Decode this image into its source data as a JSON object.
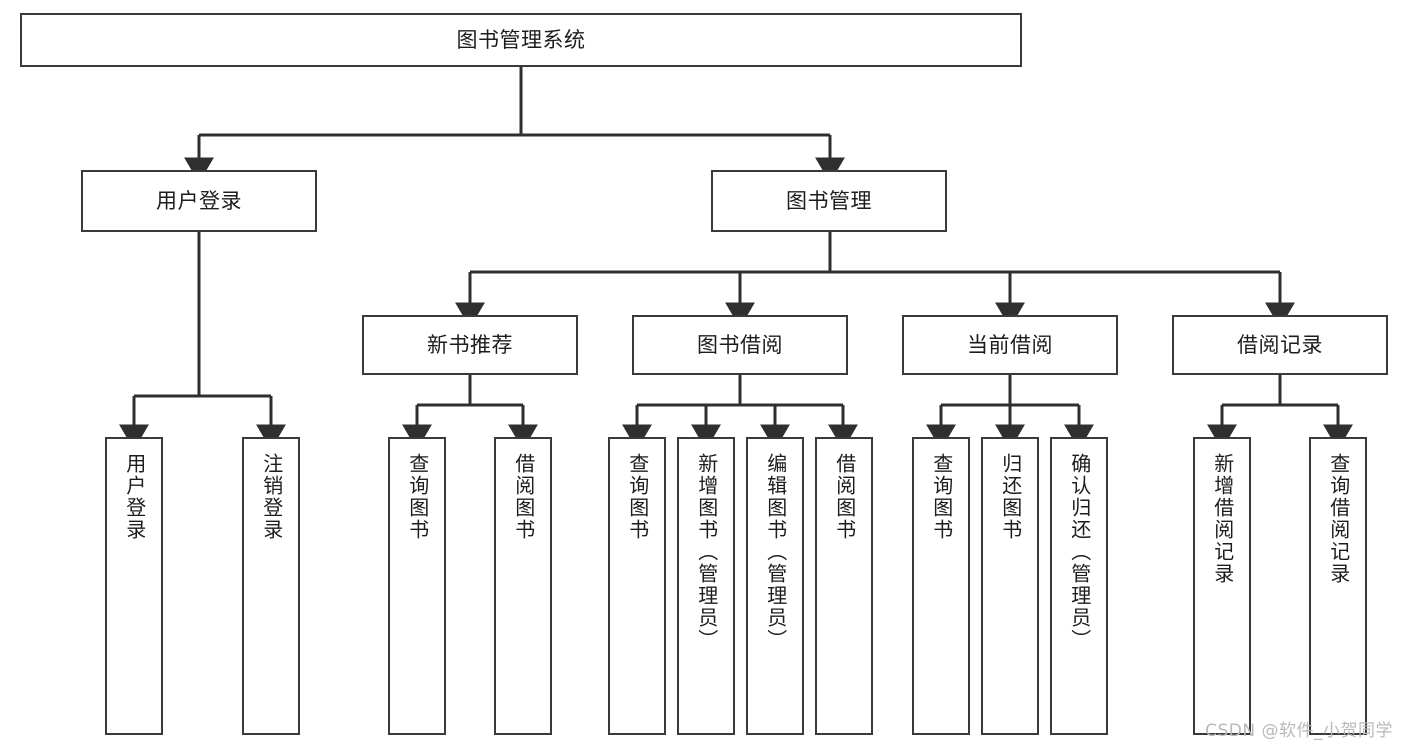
{
  "diagram": {
    "title": "图书管理系统",
    "type": "tree-hierarchy",
    "root": {
      "id": "root",
      "label": "图书管理系统"
    },
    "level1": [
      {
        "id": "user-login",
        "label": "用户登录"
      },
      {
        "id": "book-manage",
        "label": "图书管理"
      }
    ],
    "level2": [
      {
        "id": "new-book-recommend",
        "label": "新书推荐",
        "parent": "book-manage"
      },
      {
        "id": "book-borrow",
        "label": "图书借阅",
        "parent": "book-manage"
      },
      {
        "id": "current-borrow",
        "label": "当前借阅",
        "parent": "book-manage"
      },
      {
        "id": "borrow-record",
        "label": "借阅记录",
        "parent": "book-manage"
      }
    ],
    "leaves": [
      {
        "id": "leaf-user-login",
        "label": "用户登录",
        "parent": "user-login"
      },
      {
        "id": "leaf-logout-login",
        "label": "注销登录",
        "parent": "user-login"
      },
      {
        "id": "leaf-query-book-1",
        "label": "查询图书",
        "parent": "new-book-recommend"
      },
      {
        "id": "leaf-borrow-book-1",
        "label": "借阅图书",
        "parent": "new-book-recommend"
      },
      {
        "id": "leaf-query-book-2",
        "label": "查询图书",
        "parent": "book-borrow"
      },
      {
        "id": "leaf-add-book",
        "label": "新增图书（管理员）",
        "parent": "book-borrow"
      },
      {
        "id": "leaf-edit-book",
        "label": "编辑图书（管理员）",
        "parent": "book-borrow"
      },
      {
        "id": "leaf-borrow-book-2",
        "label": "借阅图书",
        "parent": "book-borrow"
      },
      {
        "id": "leaf-query-book-3",
        "label": "查询图书",
        "parent": "current-borrow"
      },
      {
        "id": "leaf-return-book",
        "label": "归还图书",
        "parent": "current-borrow"
      },
      {
        "id": "leaf-confirm-return",
        "label": "确认归还（管理员）",
        "parent": "current-borrow"
      },
      {
        "id": "leaf-add-record",
        "label": "新增借阅记录",
        "parent": "borrow-record"
      },
      {
        "id": "leaf-query-record",
        "label": "查询借阅记录",
        "parent": "borrow-record"
      }
    ]
  },
  "watermark": {
    "text": "CSDN @软件_小贺同学"
  },
  "colors": {
    "border": "#3a3a3a",
    "background": "#ffffff",
    "text": "#1d1d1d",
    "watermark": "#b9b9b9",
    "connector": "#2f2f2f"
  }
}
